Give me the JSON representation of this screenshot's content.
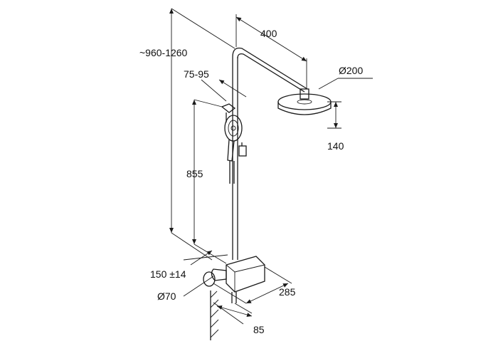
{
  "diagram": {
    "dimensions": {
      "total_height": "~960-1260",
      "arm_length": "400",
      "head_diameter": "Ø200",
      "head_drop": "140",
      "hand_shower_offset": "75-95",
      "holder_height": "855",
      "inlet_spacing": "150 ±14",
      "escutcheon_diameter": "Ø70",
      "wall_projection": "285",
      "mixer_depth": "85"
    }
  }
}
